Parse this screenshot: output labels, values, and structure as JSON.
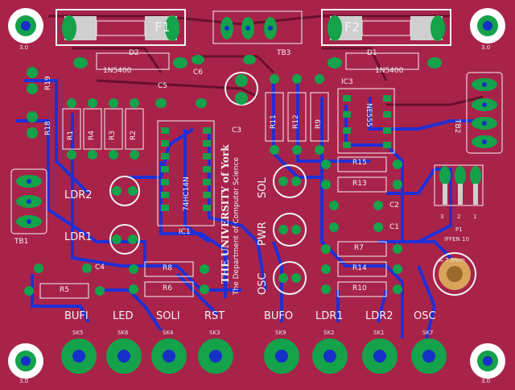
{
  "board": {
    "colors": {
      "copper_top": "#a8234a",
      "trace_bottom": "#1f2fd6",
      "pad": "#14a24a",
      "hole": "#1631c8",
      "silk": "#f2f2f2",
      "corner": "#ffffff"
    },
    "parts": {
      "f1": "F1",
      "f2": "F2",
      "d1": "D1",
      "d2": "D2",
      "d1_value": "1N5400",
      "d2_value": "1N5400",
      "tb1": "TB1",
      "tb2": "TB2",
      "tb3": "TB3",
      "c1": "C1",
      "c2": "C2",
      "c3": "C3",
      "c4": "C4",
      "c5": "C5",
      "c6": "C6",
      "ic1": "IC1",
      "ic1_value": "74HC14N",
      "ic3": "IC3",
      "ic3_value": "NE555",
      "r1": "R1",
      "r2": "R2",
      "r3": "R3",
      "r4": "R4",
      "r5": "R5",
      "r6": "R6",
      "r7": "R7",
      "r8": "R8",
      "r9": "R9",
      "r10": "R10",
      "r11": "R11",
      "r12": "R12",
      "r13": "R13",
      "r14": "R14",
      "r15": "R15",
      "r18": "R18",
      "r19": "R19",
      "ldr1": "LDR1",
      "ldr2": "LDR2",
      "p1": "P1",
      "p1_value": "IFFEN 10",
      "led_sol": "SOL",
      "led_pwr": "PWR",
      "led_osc": "OSC",
      "pot_value": "A 7.5mm",
      "pins": [
        "3",
        "2",
        "1"
      ]
    },
    "logo": {
      "line1": "THE UNIVERSITY of York",
      "line2": "The Department of Computer Science"
    },
    "connectors": [
      "BUFI",
      "LED",
      "SOLI",
      "RST",
      "BUFO",
      "LDR1",
      "LDR2",
      "OSC"
    ],
    "connector_refs": [
      "SK5",
      "SK6",
      "SK4",
      "SK3",
      "SK9",
      "SK2",
      "SK1",
      "SK7"
    ],
    "mount_holes": [
      "3.0",
      "3.0",
      "3.0",
      "3.0"
    ]
  }
}
